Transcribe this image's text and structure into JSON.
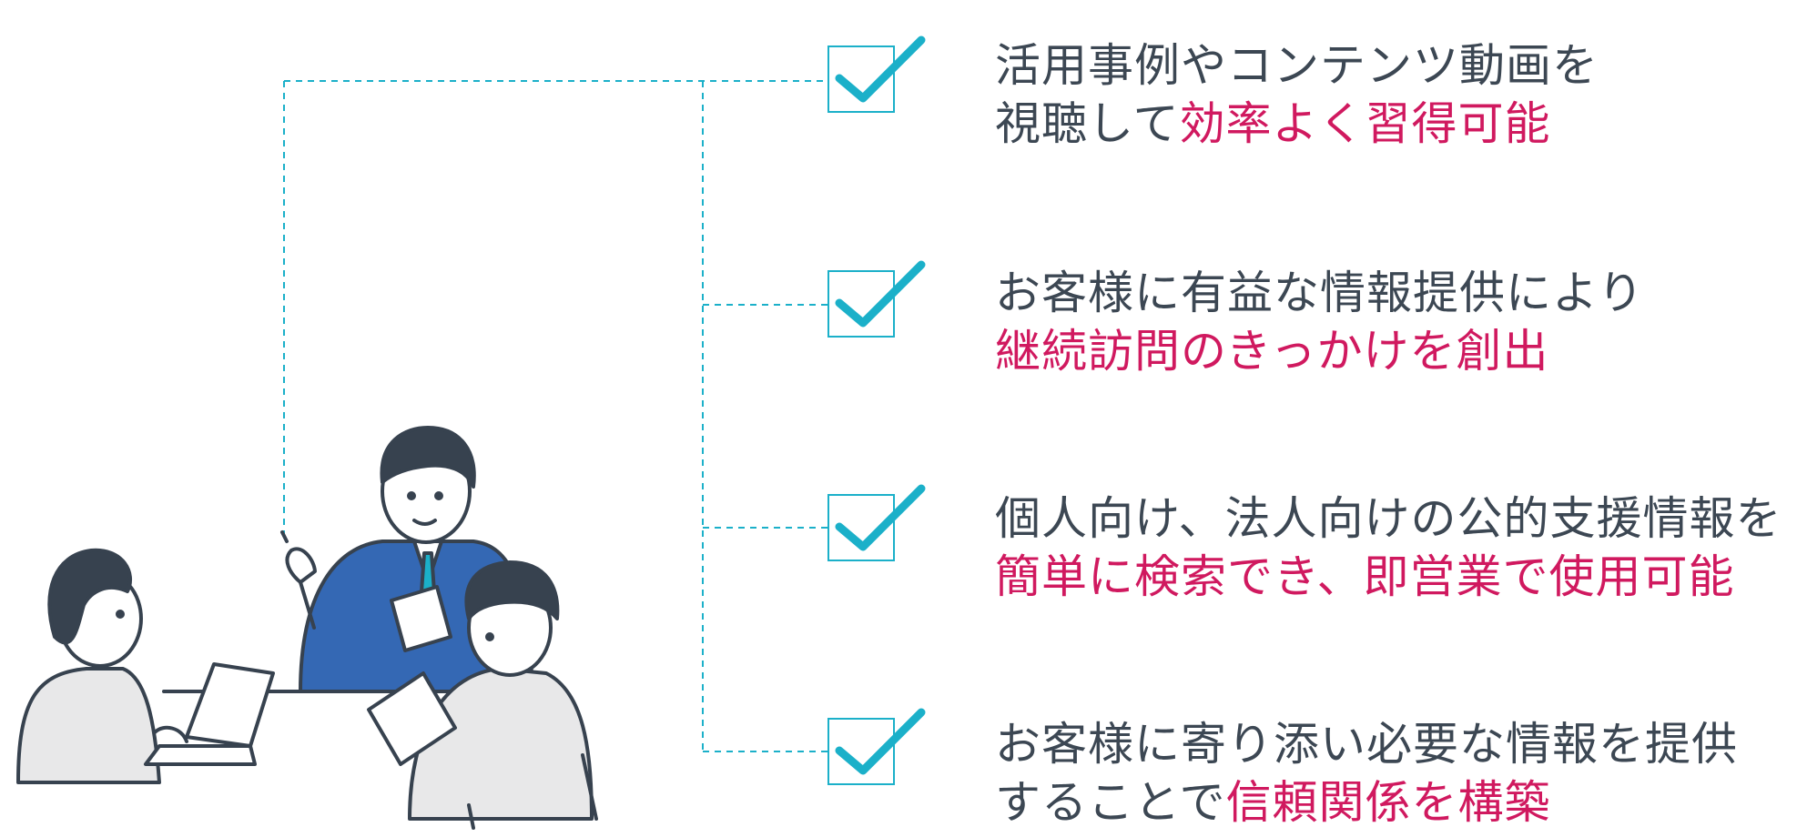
{
  "colors": {
    "accent": "#1bb0c9",
    "text": "#3c4753",
    "highlight": "#d0195f",
    "suit": "#3468b4",
    "outline": "#37424f",
    "sweater": "#e8e8e9"
  },
  "icons": {
    "checkbox": "checkmark-box-icon"
  },
  "benefits": [
    {
      "line1": {
        "plain": "活用事例やコンテンツ動画を",
        "highlight": ""
      },
      "line2": {
        "plain": "視聴して",
        "highlight": "効率よく習得可能",
        "tail": ""
      }
    },
    {
      "line1": {
        "plain": "お客様に有益な情報提供により",
        "highlight": ""
      },
      "line2": {
        "plain": "",
        "highlight": "継続訪問のきっかけを創出",
        "tail": ""
      }
    },
    {
      "line1": {
        "plain": "個人向け、法人向けの公的支援情報を",
        "highlight": ""
      },
      "line2": {
        "plain": "",
        "highlight": "簡単に検索でき、即営業で使用可能",
        "tail": ""
      }
    },
    {
      "line1": {
        "plain": "お客様に寄り添い必要な情報を提供",
        "highlight": ""
      },
      "line2": {
        "plain": "することで",
        "highlight": "信頼関係を構築",
        "tail": ""
      }
    }
  ]
}
